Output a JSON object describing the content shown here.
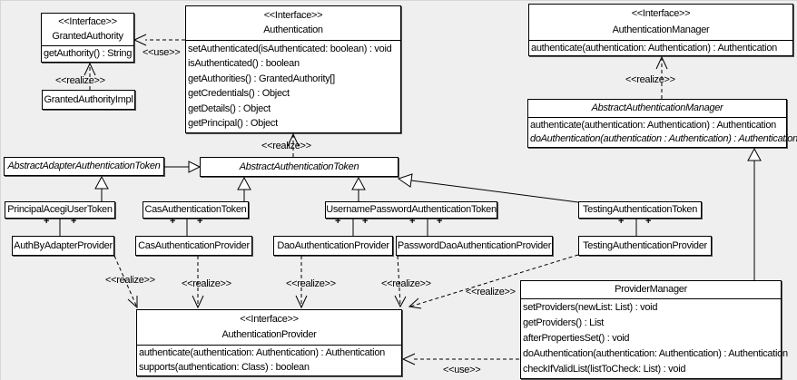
{
  "diagram": {
    "background": "#efefef",
    "box_fill": "#ffffff",
    "line_color": "#000000",
    "interface_stereotype": "<<Interface>>"
  },
  "edge_labels": {
    "realize": "<<realize>>",
    "use": "<<use>>",
    "multiplicity": "+"
  },
  "classes": {
    "granted_authority": {
      "stereotype": "<<Interface>>",
      "name": "GrantedAuthority",
      "methods": [
        "getAuthority() : String"
      ]
    },
    "granted_authority_impl": {
      "name": "GrantedAuthorityImpl"
    },
    "authentication": {
      "stereotype": "<<Interface>>",
      "name": "Authentication",
      "methods": [
        "setAuthenticated(isAuthenticated: boolean) : void",
        "isAuthenticated() : boolean",
        "getAuthorities() : GrantedAuthority[]",
        "getCredentials() : Object",
        "getDetails() : Object",
        "getPrincipal() : Object"
      ]
    },
    "authentication_manager": {
      "stereotype": "<<Interface>>",
      "name": "AuthenticationManager",
      "methods": [
        "authenticate(authentication: Authentication) : Authentication"
      ]
    },
    "abstract_authentication_manager": {
      "name": "AbstractAuthenticationManager",
      "methods": [
        "authenticate(authentication: Authentication) : Authentication",
        "doAuthentication(authentication : Authentication) : Authentication"
      ]
    },
    "abstract_adapter_authentication_token": {
      "name": "AbstractAdapterAuthenticationToken"
    },
    "abstract_authentication_token": {
      "name": "AbstractAuthenticationToken"
    },
    "principal_acegi_user_token": {
      "name": "PrincipalAcegiUserToken"
    },
    "cas_authentication_token": {
      "name": "CasAuthenticationToken"
    },
    "username_password_authentication_token": {
      "name": "UsernamePasswordAuthenticationToken"
    },
    "testing_authentication_token": {
      "name": "TestingAuthenticationToken"
    },
    "auth_by_adapter_provider": {
      "name": "AuthByAdapterProvider"
    },
    "cas_authentication_provider": {
      "name": "CasAuthenticationProvider"
    },
    "dao_authentication_provider": {
      "name": "DaoAuthenticationProvider"
    },
    "password_dao_authentication_provider": {
      "name": "PasswordDaoAuthenticationProvider"
    },
    "testing_authentication_provider": {
      "name": "TestingAuthenticationProvider"
    },
    "authentication_provider": {
      "stereotype": "<<Interface>>",
      "name": "AuthenticationProvider",
      "methods": [
        "authenticate(authentication: Authentication) : Authentication",
        "supports(authentication: Class) : boolean"
      ]
    },
    "provider_manager": {
      "name": "ProviderManager",
      "methods": [
        "setProviders(newList: List) : void",
        "getProviders() : List",
        "afterPropertiesSet() : void",
        "doAuthentication(authentication: Authentication) : Authentication",
        "checkIfValidList(listToCheck: List) : void"
      ]
    }
  }
}
